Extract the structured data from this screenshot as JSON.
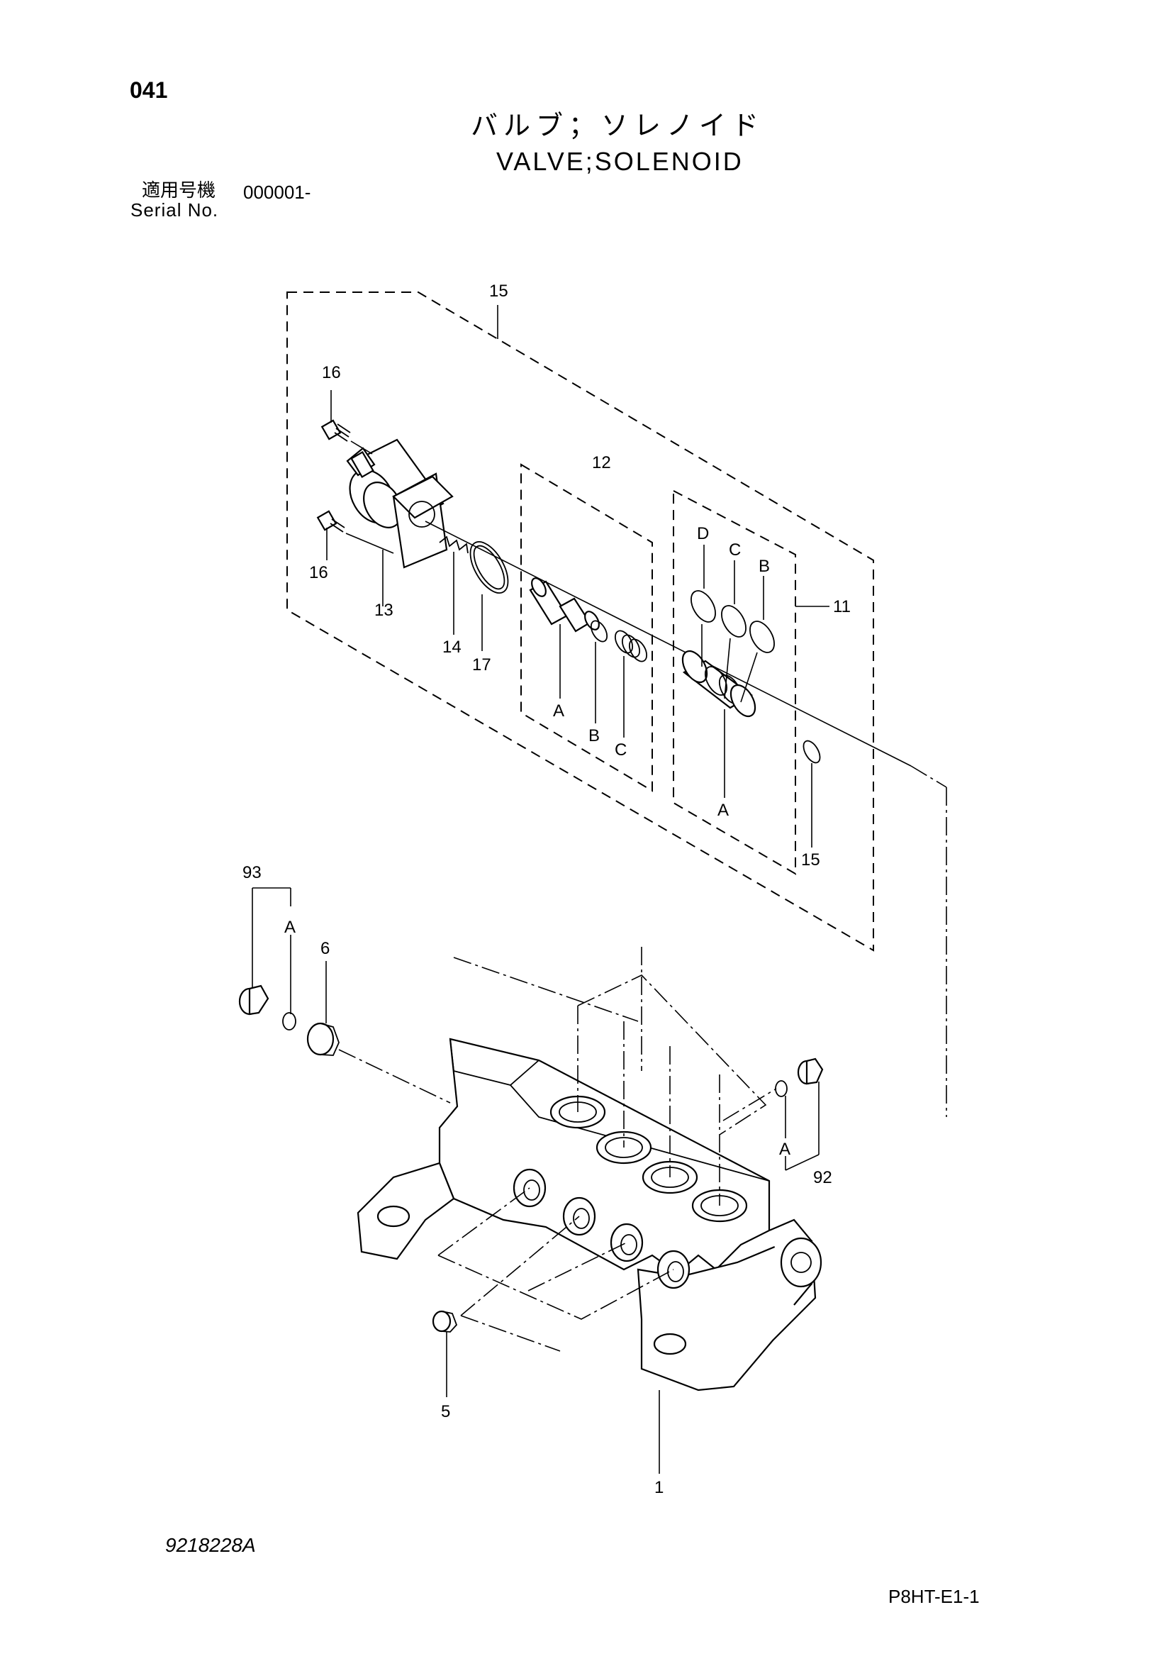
{
  "header": {
    "page_number": "041",
    "title_japanese": "バルブ；ソレノイド",
    "title_english": "VALVE;SOLENOID",
    "serial_label_japanese": "適用号機",
    "serial_value": "000001-",
    "serial_label_english": "Serial No."
  },
  "footer": {
    "drawing_number": "9218228A",
    "sheet_code": "P8HT-E1-1"
  },
  "callouts": {
    "c15_top": "15",
    "c16_top": "16",
    "c16_bottom": "16",
    "c13": "13",
    "c14": "14",
    "c17": "17",
    "c12": "12",
    "c12_A": "A",
    "c12_B": "B",
    "c12_C": "C",
    "c11": "11",
    "c11_D": "D",
    "c11_C": "C",
    "c11_B": "B",
    "c11_A": "A",
    "c15_right": "15",
    "c93": "93",
    "c93_A": "A",
    "c6": "6",
    "c92": "92",
    "c92_A": "A",
    "c5": "5",
    "c1": "1"
  }
}
